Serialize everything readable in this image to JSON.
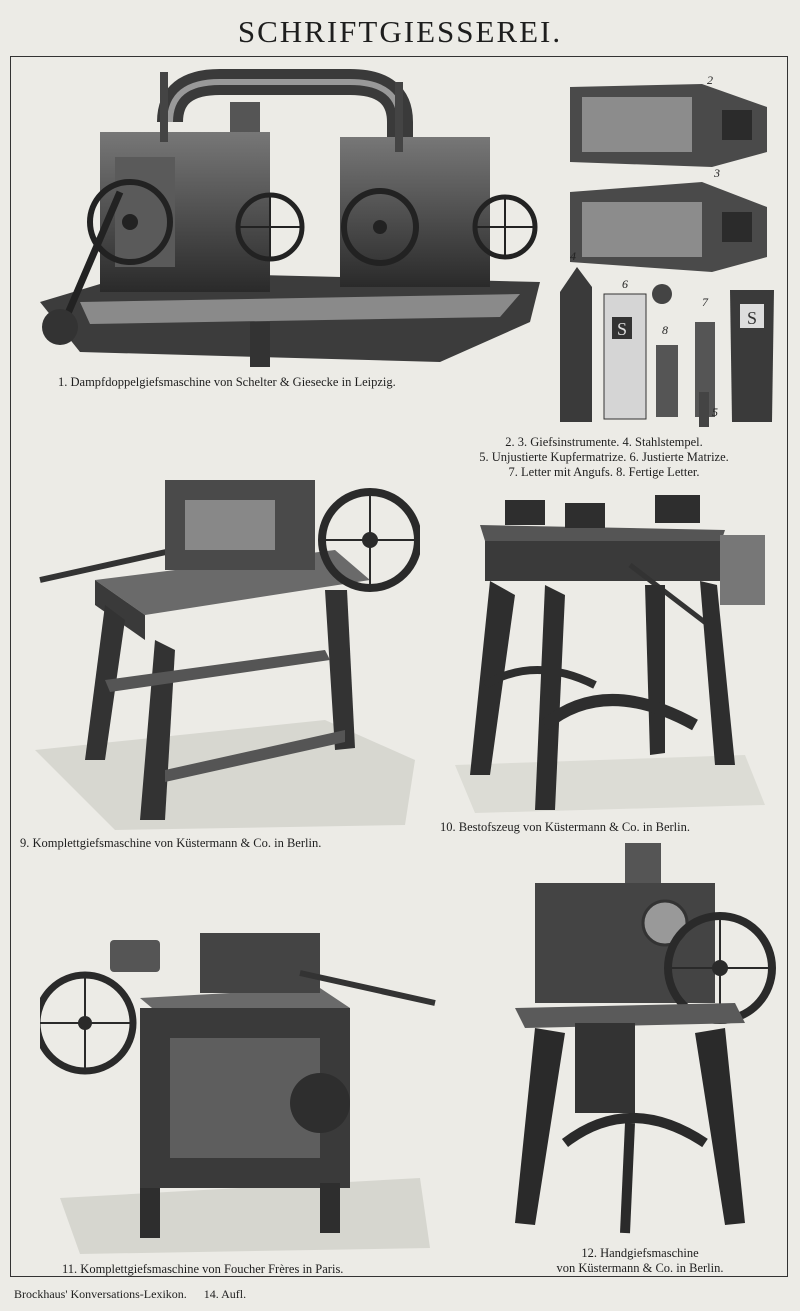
{
  "title": "SCHRIFTGIESSEREI.",
  "figures": {
    "f1": {
      "caption": "1. Dampfdoppelgiefsmaschine von Schelter & Giesecke in Leipzig."
    },
    "f2_8": {
      "caption_lines": [
        "2. 3. Giefsinstrumente. 4. Stahlstempel.",
        "5. Unjustierte Kupfermatrize. 6. Justierte Matrize.",
        "7. Letter mit Angufs. 8. Fertige Letter."
      ],
      "labels": [
        "2",
        "3",
        "4",
        "6",
        "7",
        "8",
        "5"
      ],
      "letter_glyph": "S"
    },
    "f9": {
      "caption": "9. Komplettgiefsmaschine von Küstermann & Co. in Berlin."
    },
    "f10": {
      "caption": "10. Bestofszeug von Küstermann & Co. in Berlin."
    },
    "f11": {
      "caption": "11. Komplettgiefsmaschine von Foucher Frères in Paris."
    },
    "f12": {
      "caption_lines": [
        "12. Handgiefsmaschine",
        "von Küstermann & Co. in Berlin."
      ]
    }
  },
  "footer": {
    "publisher": "Brockhaus' Konversations-Lexikon.",
    "edition": "14. Aufl."
  }
}
